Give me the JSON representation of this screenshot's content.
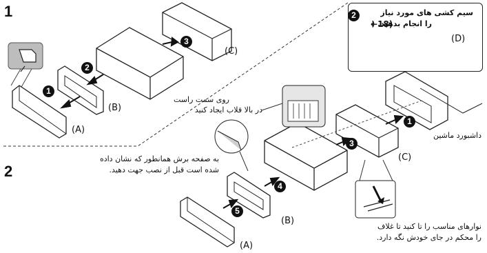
{
  "section1": {
    "number": "1",
    "labels": {
      "a": "(A)",
      "b": "(B)",
      "c": "(C)"
    },
    "badges": [
      "1",
      "2",
      "3"
    ]
  },
  "section2": {
    "number": "2",
    "labels": {
      "a": "(A)",
      "b": "(B)",
      "c": "(C)",
      "d": "(D)"
    },
    "badges": [
      "1",
      "3",
      "4",
      "5"
    ]
  },
  "notes": {
    "wiring_line1": "سیم کشی های مورد نیاز",
    "wiring_line2": "را انجام بدهید. (",
    "wiring_ref": "18)",
    "wiring_badge": "2",
    "hook_line1": "روی سمت راست",
    "hook_line2": "در بالا قلاب ایجاد کنید",
    "trim_line1": "به صفحه برش همانطور که نشان داده",
    "trim_line2": "شده است قبل از نصب جهت دهید.",
    "dashboard": "داشبورد ماشین",
    "tabs_line1": "نوارهای مناسب را تا کنید تا غلاف",
    "tabs_line2": "را محکم در جای خودش نگه دارد."
  },
  "colors": {
    "line": "#222222",
    "fill": "#ffffff",
    "shade": "#bdbdbd",
    "dark": "#111111"
  }
}
